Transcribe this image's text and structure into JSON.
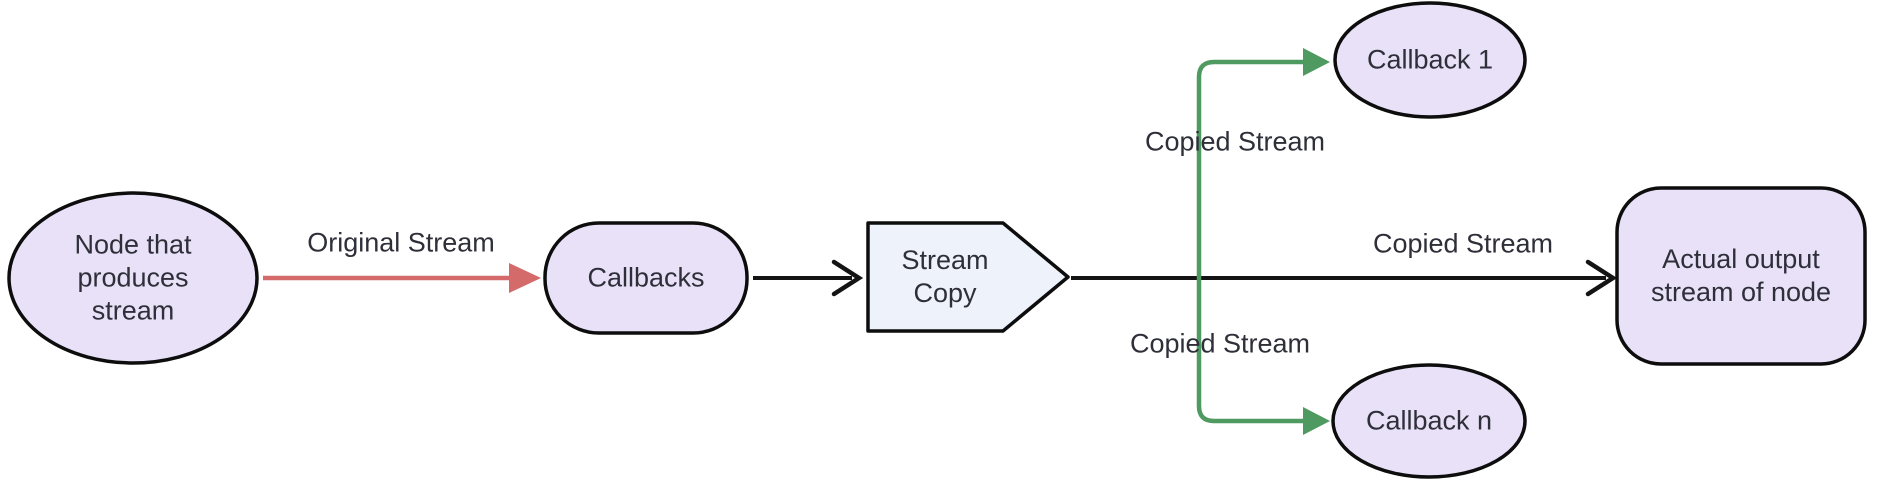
{
  "diagram": {
    "kind": "flowchart",
    "direction": "left-to-right",
    "colors": {
      "background": "#ffffff",
      "node_fill": "#e8e1f8",
      "copy_fill": "#edf2fb",
      "node_stroke": "#0d0d0d",
      "edge_black": "#141414",
      "edge_red": "#d46a6a",
      "edge_green": "#4e9a60",
      "text": "#2f2f3a"
    },
    "nodes": {
      "source": {
        "shape": "ellipse",
        "lines": [
          "Node that",
          "produces",
          "stream"
        ]
      },
      "callbacks": {
        "shape": "stadium",
        "label": "Callbacks"
      },
      "stream_copy": {
        "shape": "pointed-pentagon",
        "lines": [
          "Stream",
          "Copy"
        ]
      },
      "callback_1": {
        "shape": "ellipse",
        "label": "Callback 1"
      },
      "callback_n": {
        "shape": "ellipse",
        "label": "Callback n"
      },
      "output": {
        "shape": "rounded-rect",
        "lines": [
          "Actual output",
          "stream of node"
        ]
      }
    },
    "edges": [
      {
        "from": "source",
        "to": "callbacks",
        "label": "Original Stream",
        "color": "red"
      },
      {
        "from": "callbacks",
        "to": "stream_copy",
        "label": "",
        "color": "black"
      },
      {
        "from": "stream_copy",
        "to": "callback_1",
        "label": "Copied Stream",
        "color": "green"
      },
      {
        "from": "stream_copy",
        "to": "callback_n",
        "label": "Copied Stream",
        "color": "green"
      },
      {
        "from": "stream_copy",
        "to": "output",
        "label": "Copied Stream",
        "color": "black"
      }
    ]
  }
}
